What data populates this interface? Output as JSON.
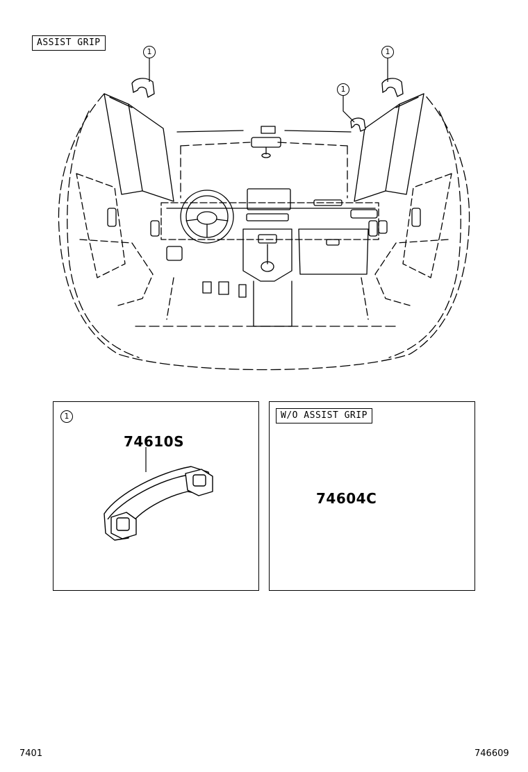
{
  "header_label": "ASSIST GRIP",
  "callout_number": "1",
  "panel_left": {
    "number": "1",
    "part_number": "74610S"
  },
  "panel_right": {
    "label": "W/O  ASSIST GRIP",
    "part_number": "74604C"
  },
  "footer": {
    "left_code": "7401",
    "right_code": "746609"
  }
}
